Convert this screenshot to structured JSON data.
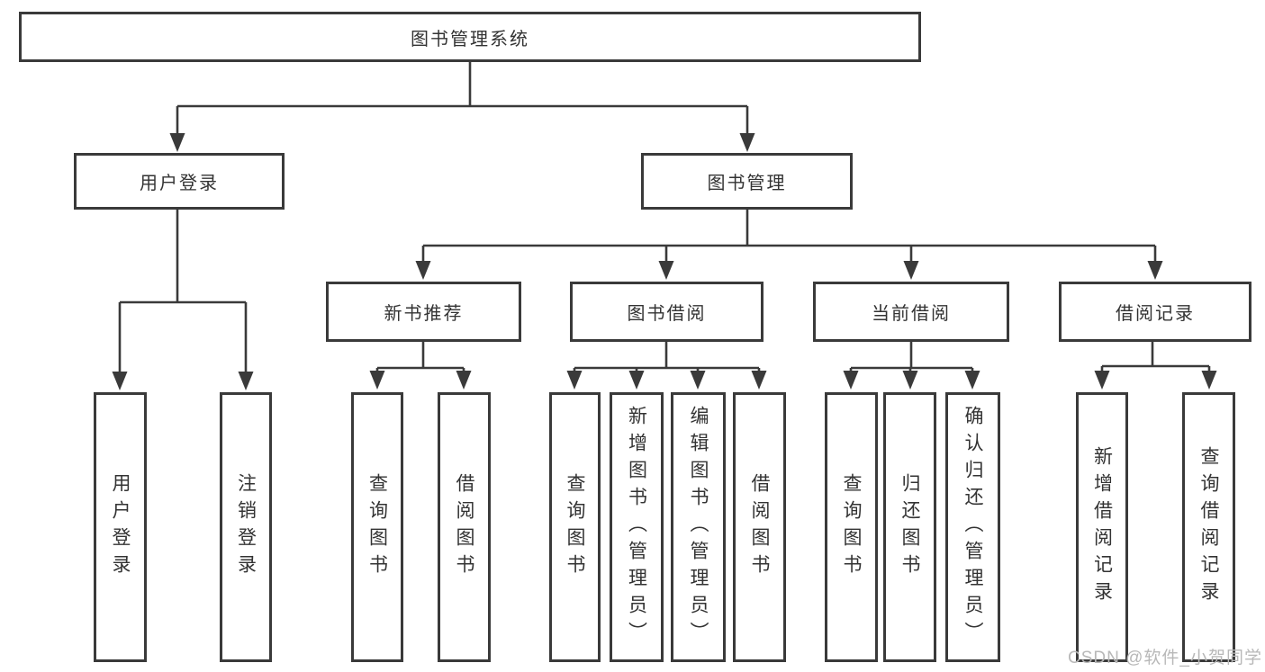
{
  "diagram": {
    "title_node": "图书管理系统",
    "level2": {
      "user_login": "用户登录",
      "book_management": "图书管理"
    },
    "level3": {
      "new_book_recommend": "新书推荐",
      "book_borrowing": "图书借阅",
      "current_borrowing": "当前借阅",
      "borrowing_records": "借阅记录"
    },
    "leaves": {
      "user_login": [
        "用户登录",
        "注销登录"
      ],
      "new_book_recommend": [
        "查询图书",
        "借阅图书"
      ],
      "book_borrowing": [
        "查询图书",
        "新增图书（管理员）",
        "编辑图书（管理员）",
        "借阅图书"
      ],
      "current_borrowing": [
        "查询图书",
        "归还图书",
        "确认归还（管理员）"
      ],
      "borrowing_records": [
        "新增借阅记录",
        "查询借阅记录"
      ]
    },
    "watermark": "CSDN @软件_小贺同学",
    "colors": {
      "line": "#3a3a3a",
      "text": "#333333",
      "watermark": "#b8b8b8",
      "background": "#ffffff"
    }
  }
}
